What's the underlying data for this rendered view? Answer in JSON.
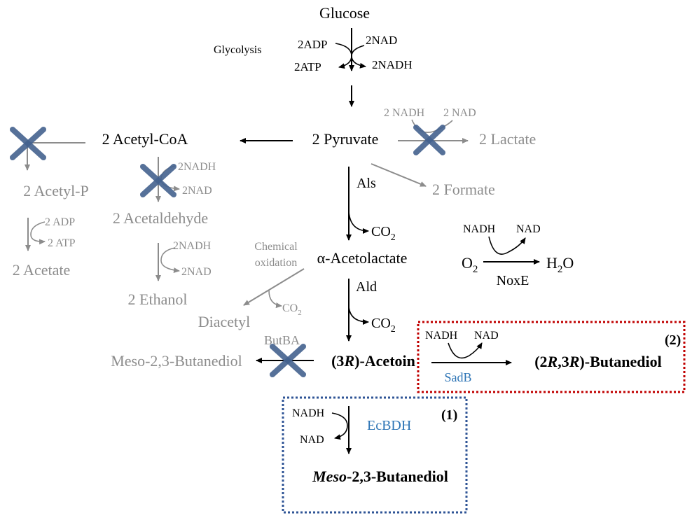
{
  "metabolites": {
    "glucose": "Glucose",
    "pyruvate": "2 Pyruvate",
    "acetyl_coa": "2 Acetyl-CoA",
    "lactate": "2 Lactate",
    "formate": "2 Formate",
    "acetyl_p": "2 Acetyl-P",
    "acetaldehyde": "2 Acetaldehyde",
    "acetate": "2 Acetate",
    "ethanol": "2 Ethanol",
    "acetolactate": "α-Acetolactate",
    "diacetyl": "Diacetyl",
    "acetoin_a": "(3",
    "acetoin_r": "R",
    "acetoin_b": ")-Acetoin",
    "meso_grey": "Meso-2,3-Butanediol",
    "rr_a": "(2",
    "rr_r1": "R",
    "rr_mid": ",3",
    "rr_r2": "R",
    "rr_b": ")-Butanediol",
    "meso_it": "Meso",
    "meso_rest": "-2,3-Butanediol",
    "water_a": "H",
    "water_sub": "2",
    "water_b": "O",
    "oxygen_a": "O",
    "oxygen_sub": "2"
  },
  "cofactors": {
    "adp2": "2ADP",
    "atp2": "2ATP",
    "nad2": "2NAD",
    "nadh2": "2NADH",
    "lac_nadh": "2 NADH",
    "lac_nad": "2 NAD",
    "acald_nadh": "2NADH",
    "acald_nad": "2NAD",
    "acet_adp": "2 ADP",
    "acet_atp": "2 ATP",
    "eth_nadh": "2NADH",
    "eth_nad": "2NAD",
    "co2_a": "CO",
    "co2_sub": "2",
    "nadh": "NADH",
    "nad": "NAD"
  },
  "enzymes": {
    "glycolysis": "Glycolysis",
    "als": "Als",
    "ald": "Ald",
    "noxe": "NoxE",
    "butba": "ButBA",
    "sadb": "SadB",
    "ecbdh": "EcBDH",
    "chem1": "Chemical",
    "chem2": "oxidation"
  },
  "boxes": {
    "box1_label": "(1)",
    "box2_label": "(2)"
  },
  "colors": {
    "main": "#000000",
    "disabled": "#8c8c8c",
    "knockout_cross": "#44628f",
    "enzyme_blue": "#2e75b6",
    "box1": "#2f5496",
    "box2": "#c00000"
  },
  "icons": [
    "knockout-cross-icon"
  ]
}
